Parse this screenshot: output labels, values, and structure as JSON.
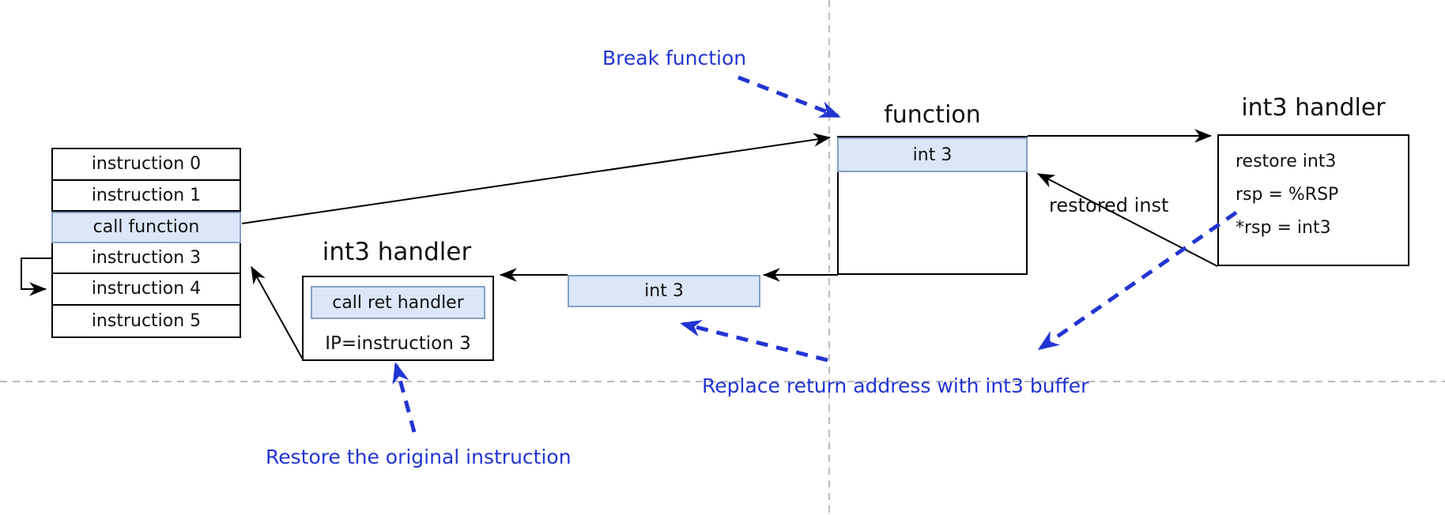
{
  "colors": {
    "accent_blue": "#2234d2",
    "highlight_fill": "#dbe7f8",
    "highlight_border": "#84a1c6",
    "guide_gray": "#bbbbbb",
    "line_black": "#000000"
  },
  "instruction_table": {
    "rows": [
      "instruction 0",
      "instruction 1",
      "call function",
      "instruction 3",
      "instruction 4",
      "instruction 5"
    ],
    "highlighted_row": "call function"
  },
  "function_box": {
    "title": "function",
    "breakpoint_cell": "int 3"
  },
  "int3_buffer": {
    "label": "int 3"
  },
  "ret_handler_box": {
    "title": "int3 handler",
    "call_cell": "call ret handler",
    "ip_line": "IP=instruction 3"
  },
  "int3_handler_box": {
    "title": "int3 handler",
    "lines": [
      "restore int3",
      "rsp = %RSP",
      "*rsp = int3"
    ]
  },
  "annotations": {
    "break_function": "Break function",
    "replace_return": "Replace return address with int3 buffer",
    "restore_original": "Restore the original instruction",
    "restored_inst": "restored inst"
  }
}
